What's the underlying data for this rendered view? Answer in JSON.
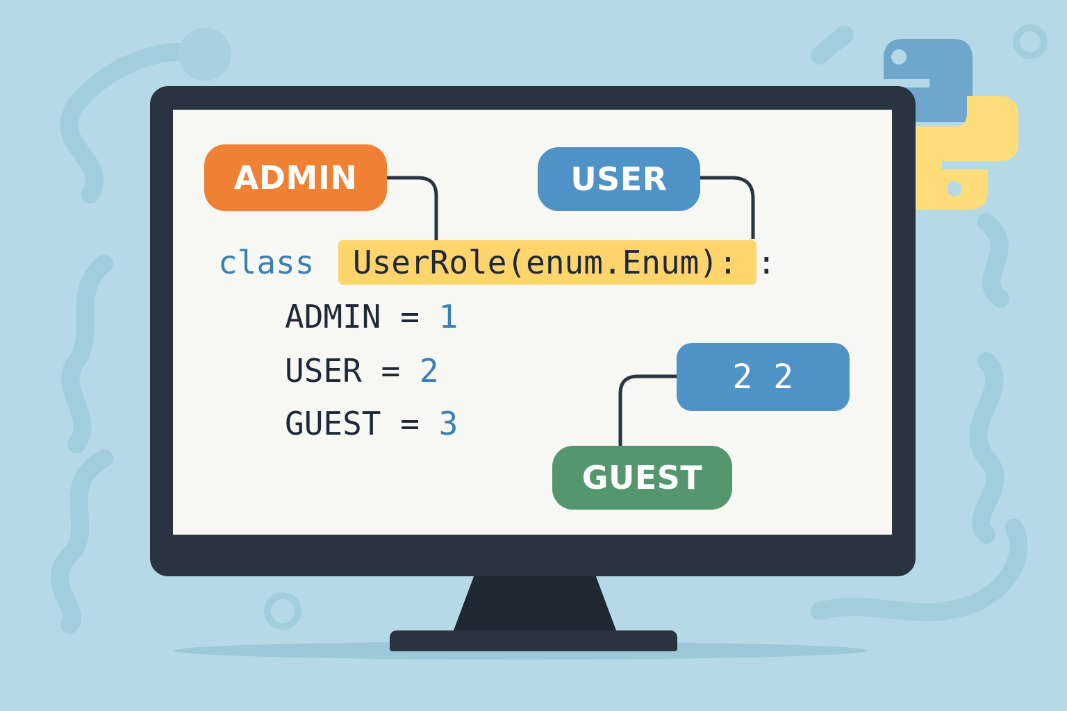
{
  "colors": {
    "background": "#b5d9e7",
    "monitor": "#2a3441",
    "screen": "#f7f7f4",
    "admin_pill": "#f08034",
    "user_pill": "#4f93c6",
    "value_pill": "#4f93c6",
    "guest_pill": "#55966f",
    "highlight": "#fdd56c",
    "keyword": "#3a7fb5"
  },
  "labels": {
    "admin": "ADMIN",
    "user": "USER",
    "value": "2 2",
    "guest": "GUEST"
  },
  "code": {
    "keyword": "class",
    "class_decl": "UserRole(enum.Enum)",
    "decl_suffix": ":",
    "members": [
      {
        "name": "ADMIN",
        "op": "=",
        "value": "1"
      },
      {
        "name": "USER",
        "op": "=",
        "value": "2"
      },
      {
        "name": "GUEST",
        "op": "=",
        "value": "3"
      }
    ]
  },
  "icons": [
    "python-logo-icon",
    "snake-icon"
  ]
}
